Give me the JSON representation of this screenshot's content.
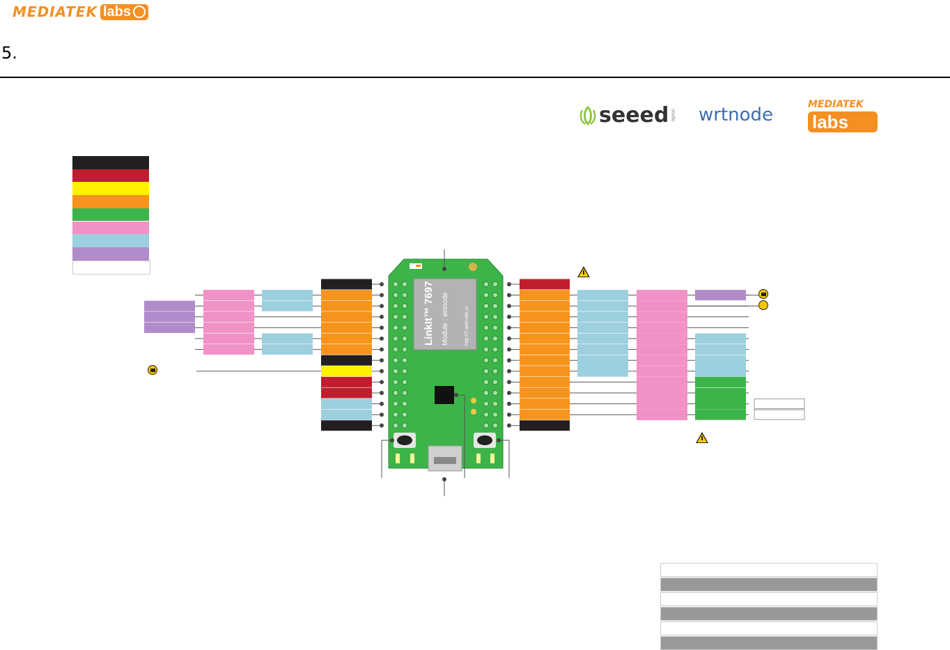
{
  "header": {
    "brand": "MEDIATEK",
    "brand_box": "labs"
  },
  "section_number": "5.",
  "partners": {
    "seeed": "seeed",
    "seeed_small": "studio",
    "wrtnode": "wrtnode",
    "mediatek": "MEDIATEK",
    "mediatek_box": "labs"
  },
  "legend_colors": [
    "#231f20",
    "#be1e2d",
    "#fff200",
    "#f7941d",
    "#3db449",
    "#f092c6",
    "#9cd0de",
    "#b18ccb",
    "#ffffff"
  ],
  "board": {
    "module_name": "LinkIt™ 7697",
    "module_sub": "Module : wrtnode",
    "url": "http://7.wrtnode.cc",
    "board_color": "#3db449",
    "module_color": "#b3b3b3"
  },
  "colors": {
    "black": "#231f20",
    "red": "#be1e2d",
    "yellow": "#fff200",
    "orange": "#f7941d",
    "green": "#3db449",
    "pink": "#f092c6",
    "blue": "#9cd0de",
    "purple": "#b18ccb",
    "grey": "#999999"
  },
  "icons": {
    "warning": "warning-icon",
    "power": "power-icon",
    "download": "download-icon"
  },
  "table_rows": [
    "white",
    "grey",
    "white",
    "grey",
    "white",
    "grey"
  ]
}
